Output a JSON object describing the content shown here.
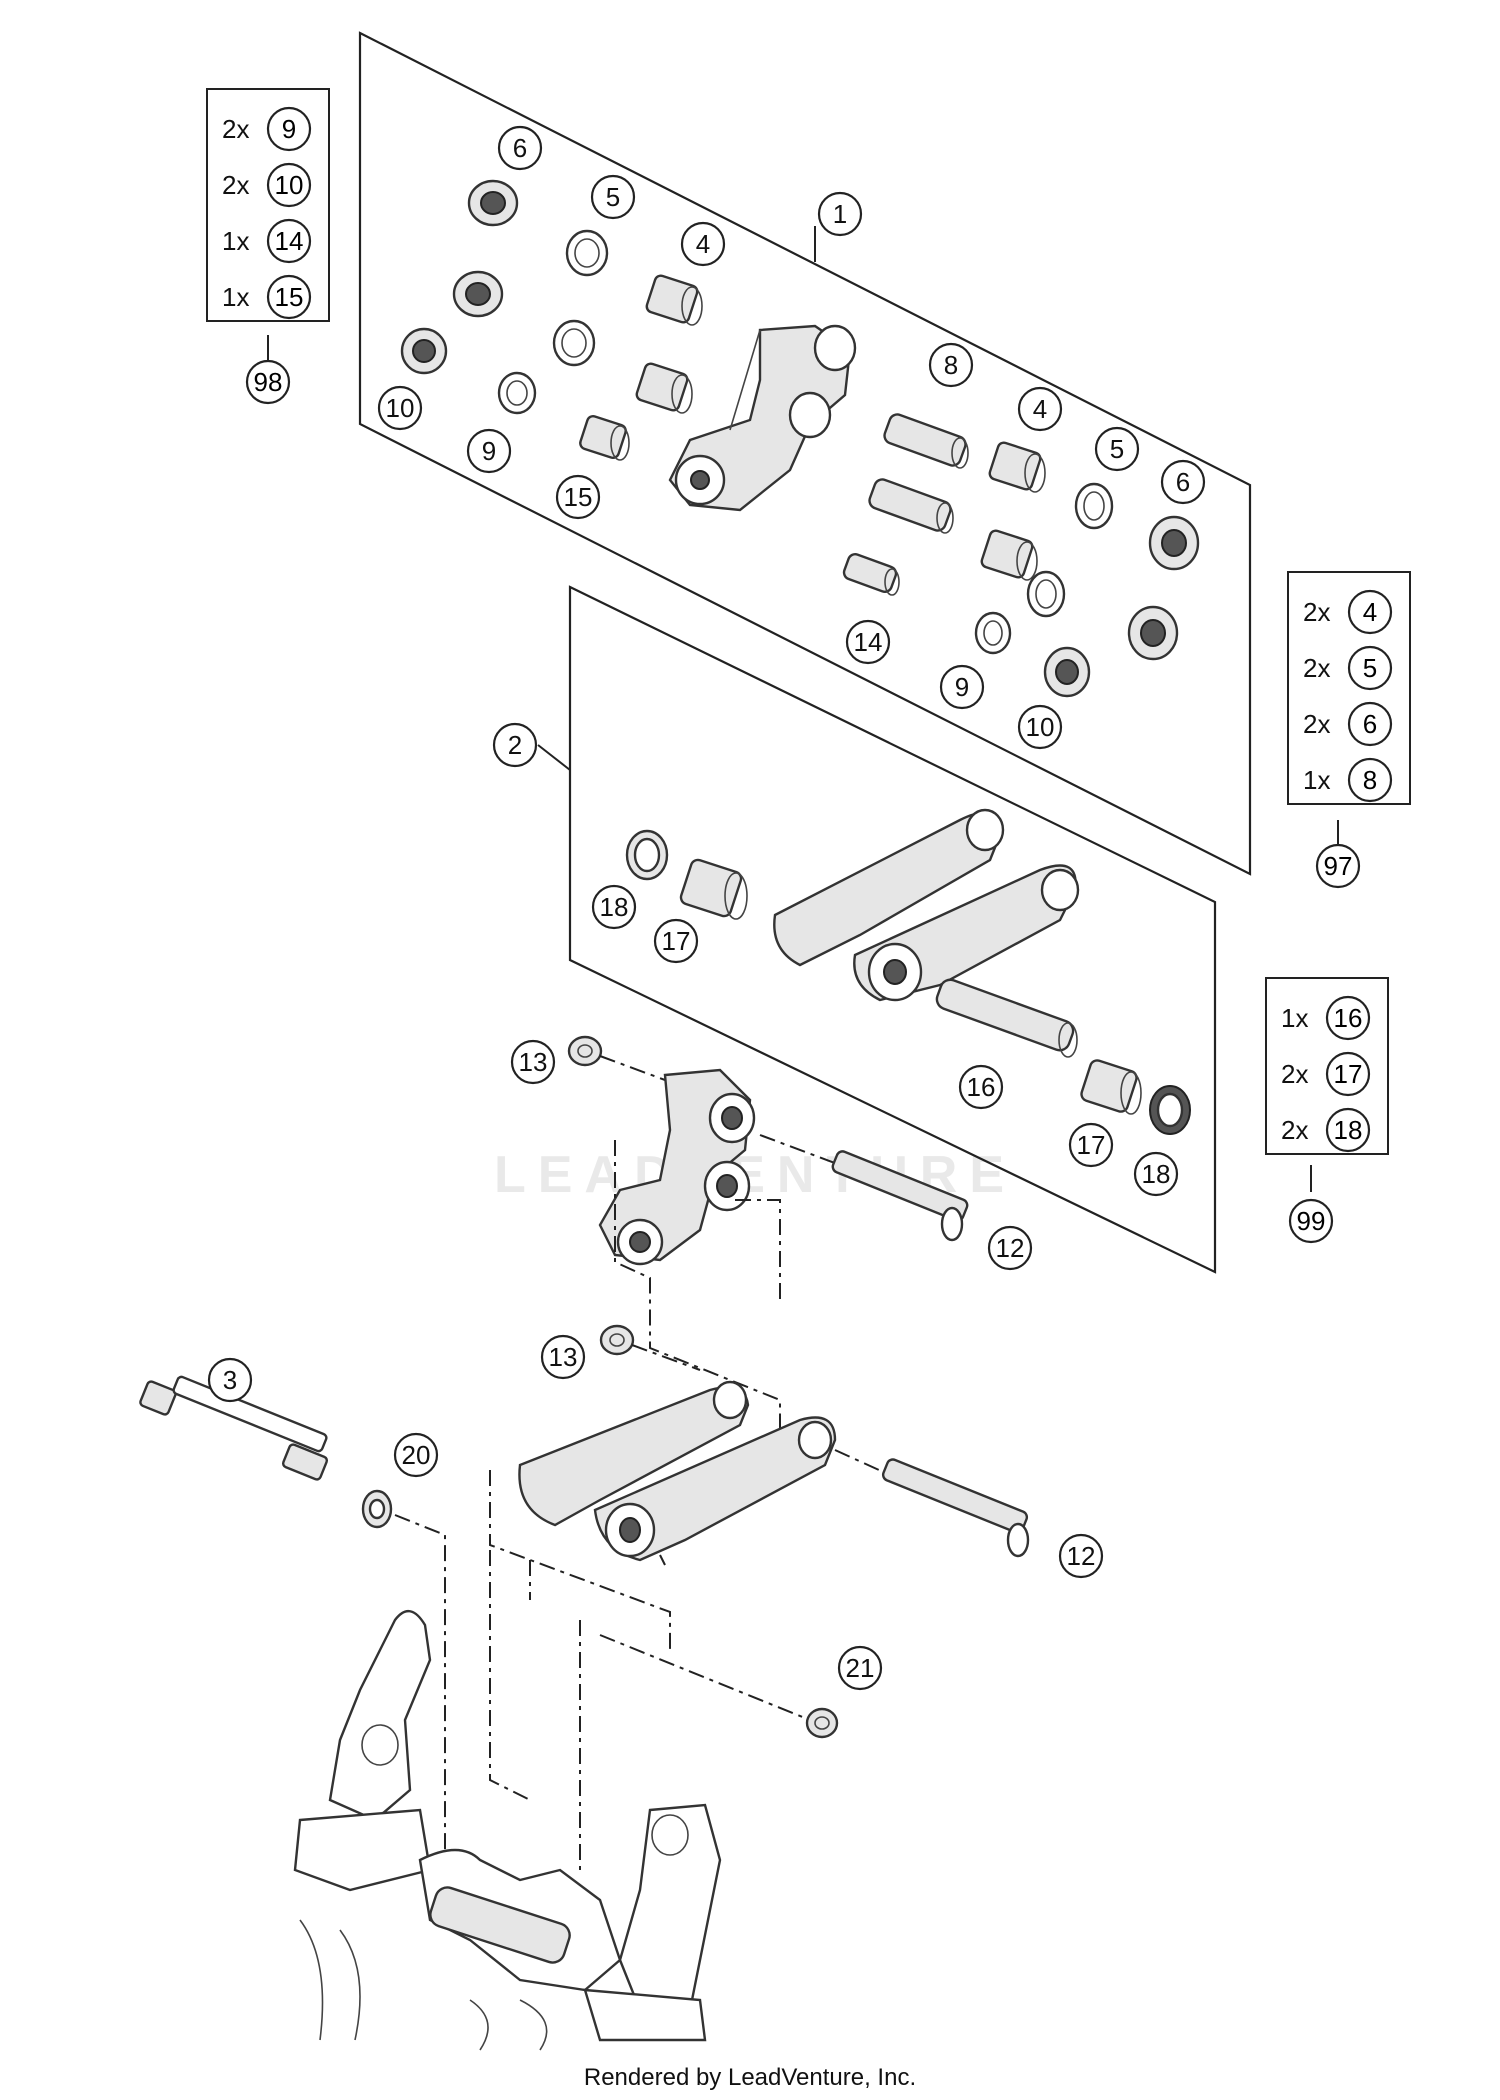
{
  "watermark": "LEADVENTURE",
  "footer": "Rendered by LeadVenture, Inc.",
  "callouts": [
    {
      "id": "c1",
      "label": "1"
    },
    {
      "id": "c2",
      "label": "2"
    },
    {
      "id": "c3",
      "label": "3"
    },
    {
      "id": "c4a",
      "label": "4"
    },
    {
      "id": "c4b",
      "label": "4"
    },
    {
      "id": "c5a",
      "label": "5"
    },
    {
      "id": "c5b",
      "label": "5"
    },
    {
      "id": "c6a",
      "label": "6"
    },
    {
      "id": "c6b",
      "label": "6"
    },
    {
      "id": "c8",
      "label": "8"
    },
    {
      "id": "c9a",
      "label": "9"
    },
    {
      "id": "c9b",
      "label": "9"
    },
    {
      "id": "c10a",
      "label": "10"
    },
    {
      "id": "c10b",
      "label": "10"
    },
    {
      "id": "c12a",
      "label": "12"
    },
    {
      "id": "c12b",
      "label": "12"
    },
    {
      "id": "c13a",
      "label": "13"
    },
    {
      "id": "c13b",
      "label": "13"
    },
    {
      "id": "c14",
      "label": "14"
    },
    {
      "id": "c15",
      "label": "15"
    },
    {
      "id": "c16",
      "label": "16"
    },
    {
      "id": "c17a",
      "label": "17"
    },
    {
      "id": "c17b",
      "label": "17"
    },
    {
      "id": "c18a",
      "label": "18"
    },
    {
      "id": "c18b",
      "label": "18"
    },
    {
      "id": "c20",
      "label": "20"
    },
    {
      "id": "c21",
      "label": "21"
    }
  ],
  "kits": [
    {
      "id": "98",
      "rows": [
        {
          "qty": "2x",
          "part": "9"
        },
        {
          "qty": "2x",
          "part": "10"
        },
        {
          "qty": "1x",
          "part": "14"
        },
        {
          "qty": "1x",
          "part": "15"
        }
      ]
    },
    {
      "id": "97",
      "rows": [
        {
          "qty": "2x",
          "part": "4"
        },
        {
          "qty": "2x",
          "part": "5"
        },
        {
          "qty": "2x",
          "part": "6"
        },
        {
          "qty": "1x",
          "part": "8"
        }
      ]
    },
    {
      "id": "99",
      "rows": [
        {
          "qty": "1x",
          "part": "16"
        },
        {
          "qty": "2x",
          "part": "17"
        },
        {
          "qty": "2x",
          "part": "18"
        }
      ]
    }
  ]
}
